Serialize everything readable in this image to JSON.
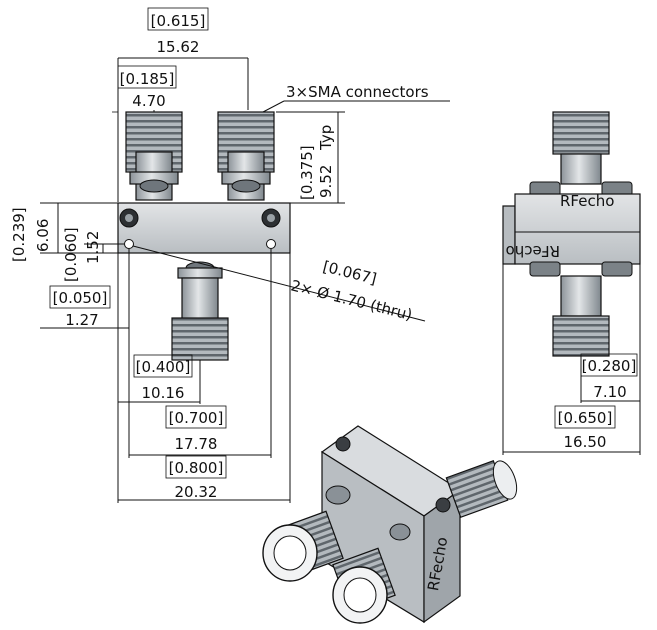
{
  "top_dims": [
    {
      "id": "width-top",
      "inch": "[0.615]",
      "mm": "15.62"
    },
    {
      "id": "conn-spacing",
      "inch": "[0.185]",
      "mm": "4.70"
    }
  ],
  "callouts": {
    "connectors": "3×SMA connectors",
    "typ": "Typ",
    "conn_height_inch": "[0.375]",
    "conn_height_mm": "9.52",
    "hole_label_inch": "[0.067]",
    "hole_label_mm": "2× Ø 1.70 (thru)"
  },
  "left_dims": [
    {
      "id": "body-height",
      "inch": "[0.239]",
      "mm": "6.06"
    },
    {
      "id": "hole-offset-y",
      "inch": "[0.060]",
      "mm": "1.52"
    },
    {
      "id": "hole-offset-x",
      "inch": "[0.050]",
      "mm": "1.27"
    }
  ],
  "bottom_dims": [
    {
      "id": "center-conn",
      "inch": "[0.400]",
      "mm": "10.16"
    },
    {
      "id": "hole-spacing",
      "inch": "[0.700]",
      "mm": "17.78"
    },
    {
      "id": "body-width",
      "inch": "[0.800]",
      "mm": "20.32"
    }
  ],
  "side_dims": [
    {
      "id": "side-offset",
      "inch": "[0.280]",
      "mm": "7.10"
    },
    {
      "id": "side-width",
      "inch": "[0.650]",
      "mm": "16.50"
    }
  ],
  "brand": "RFecho",
  "colors": {
    "metal": "#c9cdd1",
    "metal_dark": "#8c9399",
    "body": "#d2d5d8",
    "line": "#111111"
  }
}
